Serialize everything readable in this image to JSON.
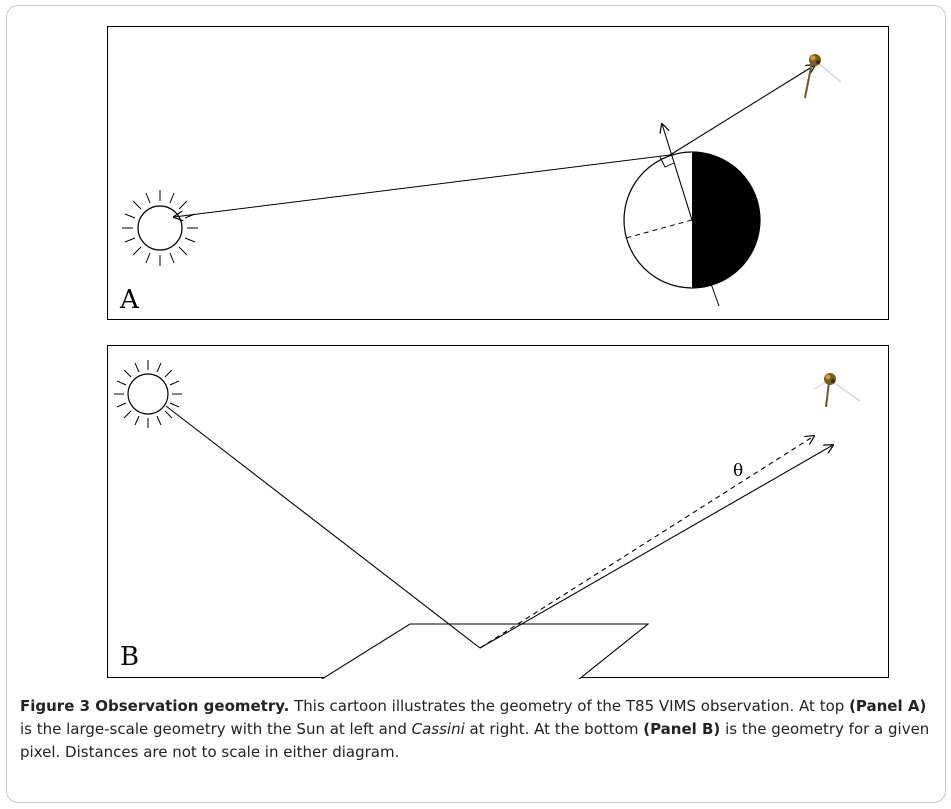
{
  "panel_a": {
    "letter": "A"
  },
  "panel_b": {
    "letter": "B",
    "angle_label": "θ"
  },
  "caption": {
    "figure_label": "Figure 3 Observation geometry.",
    "sentence_1": " This cartoon illustrates the geometry of the T85 VIMS observation. At top ",
    "panel_a_ref": "(Panel A)",
    "sentence_2a": " is the large-scale geometry with the Sun at left and ",
    "cassini": "Cassini",
    "sentence_2b": " at right. At the bottom ",
    "panel_b_ref": "(Panel B)",
    "sentence_3": " is the geometry for a given pixel. Distances are not to scale in either diagram."
  }
}
